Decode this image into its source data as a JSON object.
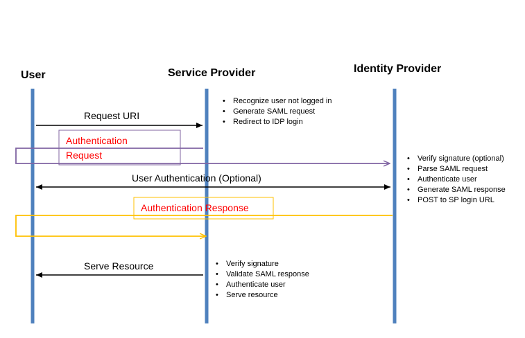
{
  "actors": {
    "user": "User",
    "service_provider": "Service Provider",
    "identity_provider": "Identity Provider"
  },
  "messages": {
    "request_uri": "Request URI",
    "authentication_request_line1": "Authentication",
    "authentication_request_line2": "Request",
    "user_authentication": "User Authentication (Optional)",
    "authentication_response": "Authentication Response",
    "serve_resource": "Serve Resource"
  },
  "notes": {
    "sp_after_request": [
      "Recognize user not logged in",
      "Generate SAML request",
      "Redirect to IDP login"
    ],
    "idp_after_request": [
      "Verify signature (optional)",
      "Parse SAML request",
      "Authenticate user",
      "Generate SAML response",
      "POST to SP login URL"
    ],
    "sp_after_response": [
      "Verify signature",
      "Validate SAML response",
      "Authenticate user",
      "Serve resource"
    ]
  },
  "colors": {
    "lifeline": "#4f81bd",
    "request_flow": "#8064a2",
    "response_flow": "#ffc000",
    "black_arrow": "#000000",
    "emphasis_text": "#ff0000"
  }
}
